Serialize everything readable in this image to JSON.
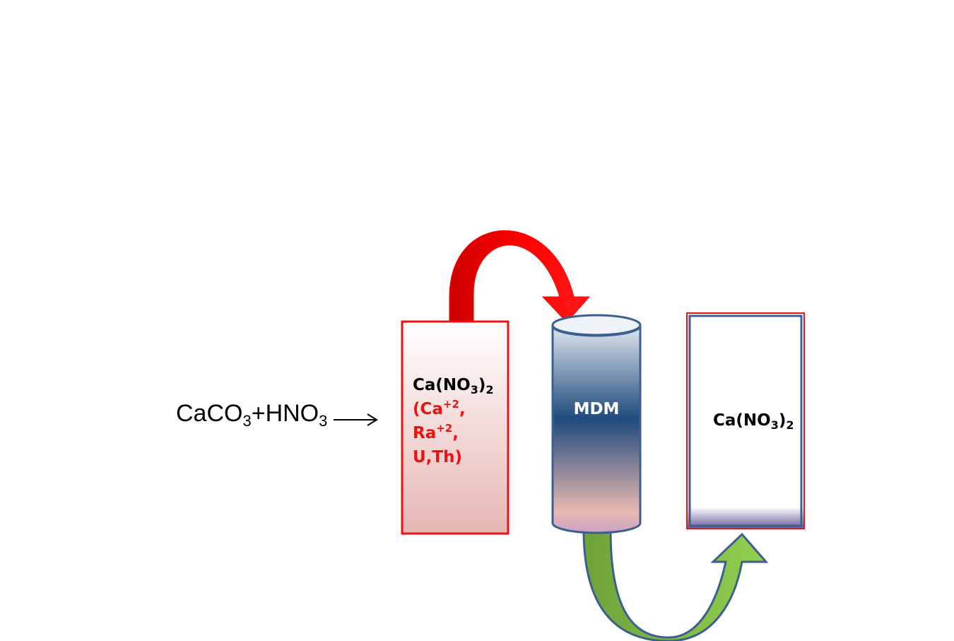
{
  "reaction": {
    "reactant_1": "CaCO",
    "reactant_1_sub": "3",
    "plus": "+HNO",
    "reactant_2_sub": "3"
  },
  "feed_tank": {
    "line1_prefix": "Ca(NO",
    "line1_sub": "3",
    "line1_close": ")",
    "line1_close_sub": "2",
    "line2_text": "(Ca",
    "line2_sup": "+2",
    "line2_end": ",",
    "line3_text": "Ra",
    "line3_sup": "+2",
    "line3_end": ",",
    "line4": "U,Th)"
  },
  "column": {
    "label": "MDM"
  },
  "product_tank": {
    "prefix": "Ca(NO",
    "sub": "3",
    "close": ")",
    "close_sub": "2"
  },
  "colors": {
    "feed_border": "#ee1111",
    "feed_fill_bottom": "#e6b6b4",
    "column_border": "#3d5f8f",
    "column_dark": "#1f4a7c",
    "red_arrow": "#ff0000",
    "green_arrow": "#7fc24a"
  }
}
